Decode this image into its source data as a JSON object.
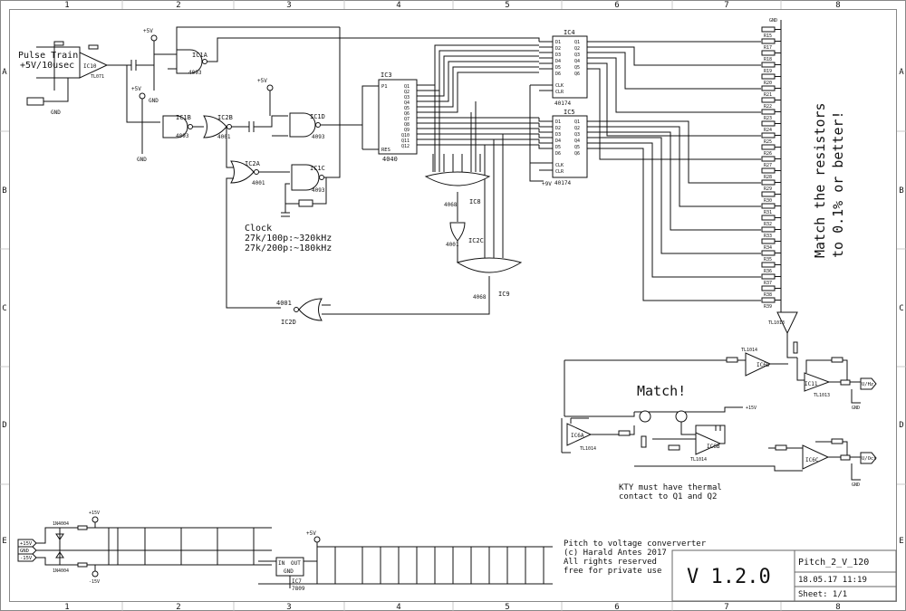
{
  "border": {
    "cols": [
      "1",
      "2",
      "3",
      "4",
      "5",
      "6",
      "7",
      "8"
    ],
    "rows": [
      "A",
      "B",
      "C",
      "D",
      "E"
    ]
  },
  "annotations": {
    "pulse_train": "Pulse Train",
    "pulse_spec": "+5V/10usec",
    "clock": "Clock",
    "clock_100p": "27k/100p:~320kHz",
    "clock_200p": "27k/200p:~180kHz",
    "match_resistors_1": "Match the resistors",
    "match_resistors_2": "to 0.1% or better!",
    "match": "Match!",
    "kty_1": "KTY must have thermal",
    "kty_2": "contact to Q1 and Q2"
  },
  "parts": {
    "ic1": "IC1D",
    "ic1_type": "TL071",
    "ic1a": "IC1A",
    "ic1b": "IC1B",
    "ic1c": "IC1C",
    "ic1d": "IC1D",
    "ic1_part": "4093",
    "ic2a": "IC2A",
    "ic2b": "IC2B",
    "ic2d": "IC2D",
    "ic2_part": "4001",
    "ic3": "IC3",
    "ic3_part": "4040",
    "ic4": "IC4",
    "ic5": "IC5",
    "ic45_part": "40174",
    "ic8": "IC8",
    "ic8_part": "4068",
    "ic9": "IC9",
    "ic9_part": "4068",
    "ic2c": "IC2C",
    "ic2c_part": "4001",
    "ic6a": "IC6A",
    "ic6b": "IC6B",
    "ic6c": "IC6C",
    "ic6d": "IC6D",
    "ic6_part": "TL1014",
    "ic10": "IC10",
    "ic11": "IC11",
    "ic1013": "TL1013",
    "reg": "IC7",
    "reg_part": "7809",
    "plus5v": "+5V",
    "plus9v": "+9V",
    "gnd": "GND",
    "reg_in": "IN",
    "reg_out": "OUT",
    "reg_gnd": "GND",
    "d1": "1N4004",
    "d2": "1N4004",
    "out1": "U/Hz",
    "out2": "U/Oct"
  },
  "ic4_pins": [
    "D1",
    "D2",
    "D3",
    "D4",
    "D5",
    "D6",
    "CLK",
    "CLR"
  ],
  "ic4_qs": [
    "Q1",
    "Q2",
    "Q3",
    "Q4",
    "Q5",
    "Q6"
  ],
  "ic3_pins": [
    "Q1",
    "Q2",
    "Q3",
    "Q4",
    "Q5",
    "Q6",
    "Q7",
    "Q8",
    "Q9",
    "Q10",
    "Q11",
    "Q12"
  ],
  "ic3_in": [
    "P1",
    "RES"
  ],
  "power_labels": [
    "+15V",
    "GND",
    "-15V"
  ],
  "resistor_ladder": [
    "R15",
    "R17",
    "R18",
    "R19",
    "R20",
    "R21",
    "R22",
    "R23",
    "R24",
    "R25",
    "R26",
    "R27",
    "R28",
    "R29",
    "R30",
    "R31",
    "R32",
    "R33",
    "R34",
    "R35",
    "R36",
    "R37",
    "R38",
    "R39"
  ],
  "title_block": {
    "desc1": "Pitch to voltage conververter",
    "desc2": "(c) Harald Antes 2017",
    "desc3": "All rights reserved",
    "desc4": "free for private use",
    "version": "V 1.2.0",
    "name": "Pitch_2_V_120",
    "date": "18.05.17 11:19",
    "sheet": "Sheet: 1/1"
  }
}
